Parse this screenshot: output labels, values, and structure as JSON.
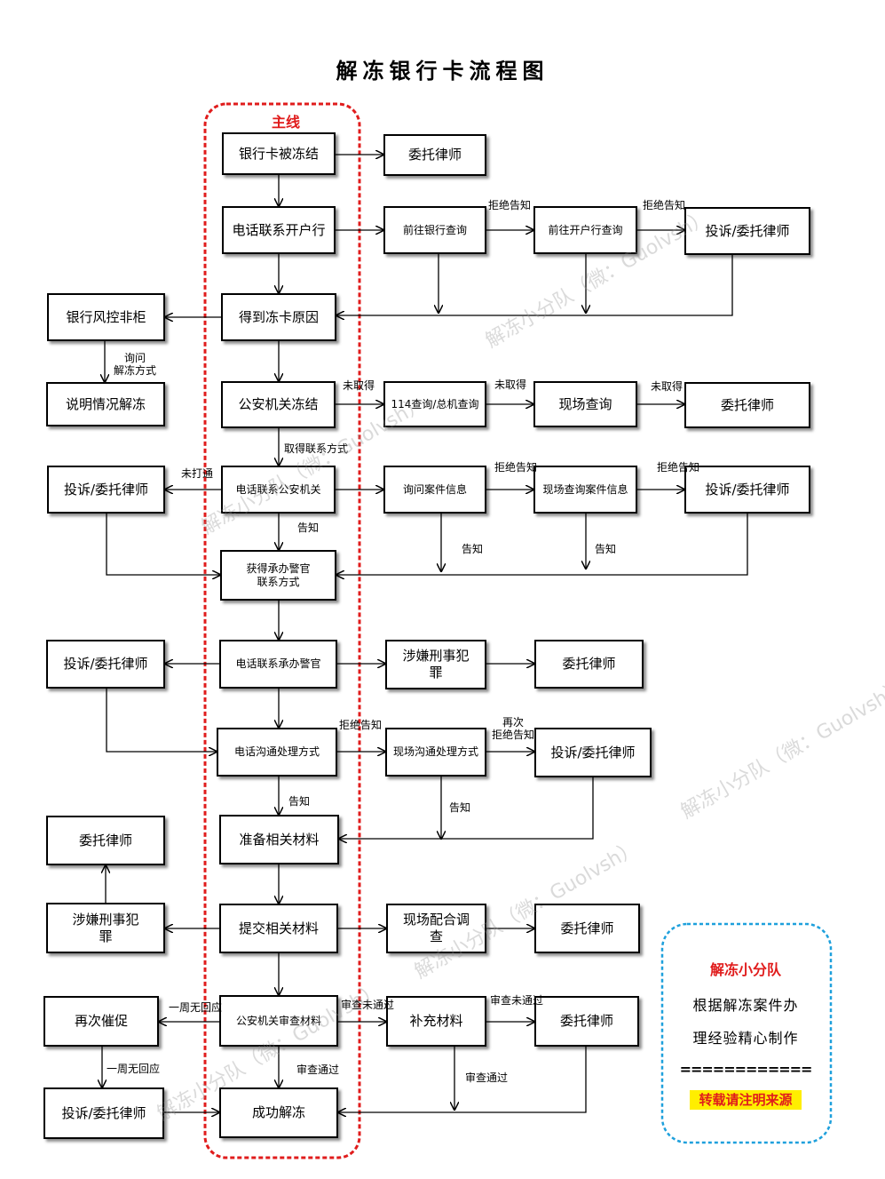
{
  "title": "解冻银行卡流程图",
  "mainline_label": "主线",
  "nodes": {
    "n_frozen": "银行卡被冻结",
    "n_lawyer_1": "委托律师",
    "n_call_bank": "电话联系开户行",
    "n_go_bank_query": "前往银行查询",
    "n_go_branch_query": "前往开户行查询",
    "n_complain_1": "投诉/委托律师",
    "n_risk_cabinet": "银行风控非柜",
    "n_get_reason": "得到冻卡原因",
    "n_explain": "说明情况解冻",
    "n_police_freeze": "公安机关冻结",
    "n_114": "114查询/总机查询",
    "n_onsite_query": "现场查询",
    "n_lawyer_2": "委托律师",
    "n_complain_2": "投诉/委托律师",
    "n_call_police": "电话联系公安机关",
    "n_ask_case": "询问案件信息",
    "n_onsite_case": "现场查询案件信息",
    "n_complain_3": "投诉/委托律师",
    "n_get_officer": "获得承办警官\n联系方式",
    "n_complain_4": "投诉/委托律师",
    "n_call_officer": "电话联系承办警官",
    "n_criminal_1": "涉嫌刑事犯\n罪",
    "n_lawyer_3": "委托律师",
    "n_phone_handle": "电话沟通处理方式",
    "n_onsite_handle": "现场沟通处理方式",
    "n_complain_5": "投诉/委托律师",
    "n_lawyer_4": "委托律师",
    "n_prepare": "准备相关材料",
    "n_criminal_2": "涉嫌刑事犯\n罪",
    "n_submit": "提交相关材料",
    "n_onsite_coop": "现场配合调\n查",
    "n_lawyer_5": "委托律师",
    "n_urge": "再次催促",
    "n_review": "公安机关审查材料",
    "n_supplement": "补充材料",
    "n_lawyer_6": "委托律师",
    "n_complain_6": "投诉/委托律师",
    "n_success": "成功解冻"
  },
  "edge_labels": {
    "refuse_1": "拒绝告知",
    "refuse_2": "拒绝告知",
    "ask_contact": "询问\n解冻方式",
    "not_obtained_1": "未取得",
    "not_obtained_2": "未取得",
    "not_obtained_3": "未取得",
    "obtained_contact": "取得联系方式",
    "not_connected": "未打通",
    "refuse_3": "拒绝告知",
    "refuse_4": "拒绝告知",
    "inform_1": "告知",
    "inform_2": "告知",
    "inform_3": "告知",
    "refuse_5": "拒绝告知",
    "refuse_again": "再次\n拒绝告知",
    "inform_4": "告知",
    "inform_5": "告知",
    "week_no_reply_1": "一周无回应",
    "review_fail_1": "审查未通过",
    "review_fail_2": "审查未通过",
    "week_no_reply_2": "一周无回应",
    "review_pass_1": "审查通过",
    "review_pass_2": "审查通过"
  },
  "note": {
    "title": "解冻小分队",
    "line1": "根据解冻案件办",
    "line2": "理经验精心制作",
    "separator": "============",
    "repost": "转载请注明来源"
  },
  "watermark": "解冻小分队（微：Guolvsh）",
  "colors": {
    "mainline_border": "#e01c1c",
    "note_border": "#1ea0dc",
    "highlight": "#ffee00"
  }
}
